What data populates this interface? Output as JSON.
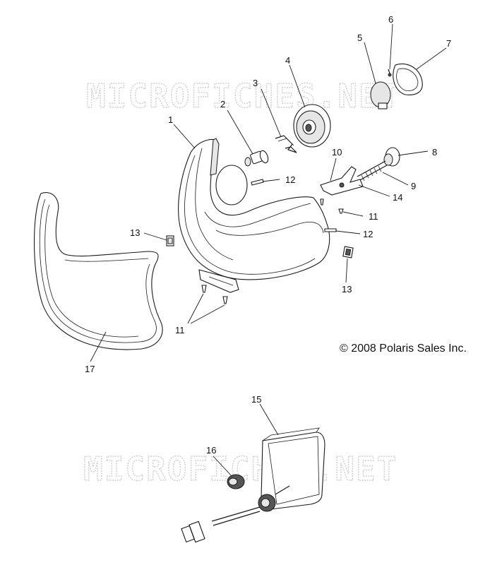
{
  "watermark": "MICROFICHES.NET",
  "copyright": "© 2008 Polaris Sales Inc.",
  "callouts": {
    "c1": "1",
    "c2": "2",
    "c3": "3",
    "c4": "4",
    "c5": "5",
    "c6": "6",
    "c7": "7",
    "c8": "8",
    "c9": "9",
    "c10": "10",
    "c11a": "11",
    "c11b": "11",
    "c12a": "12",
    "c12b": "12",
    "c13a": "13",
    "c13b": "13",
    "c14": "14",
    "c15": "15",
    "c16": "16",
    "c17": "17"
  }
}
